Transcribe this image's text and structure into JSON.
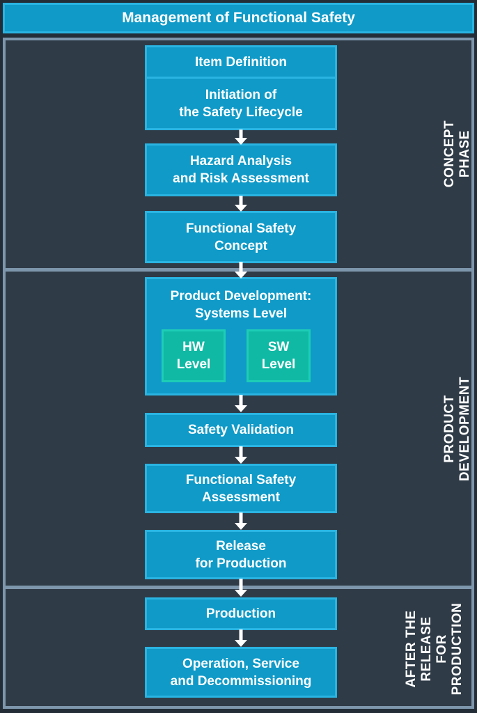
{
  "header": {
    "title": "Management of Functional Safety"
  },
  "phases": [
    {
      "label": "CONCEPT PHASE"
    },
    {
      "label": "PRODUCT DEVELOPMENT"
    },
    {
      "label": "AFTER THE\nRELEASE FOR\nPRODUCTION"
    }
  ],
  "flow": {
    "item_definition": "Item Definition",
    "initiation": "Initiation of\nthe Safety Lifecycle",
    "hazard": "Hazard Analysis\nand Risk Assessment",
    "fs_concept": "Functional Safety\nConcept",
    "product_dev": "Product Development:\nSystems Level",
    "hw_level": "HW\nLevel",
    "sw_level": "SW\nLevel",
    "safety_validation": "Safety Validation",
    "fs_assessment": "Functional Safety\nAssessment",
    "release": "Release\nfor Production",
    "production": "Production",
    "operation": "Operation, Service\nand Decommissioning"
  },
  "colors": {
    "background": "#222d37",
    "panel_fill": "#2f3b47",
    "frame_border": "#7e96ab",
    "node_fill": "#0f9ac8",
    "node_border": "#29b4e2",
    "sub_node_fill": "#10b9a4",
    "sub_node_border": "#1ecdb6",
    "text": "#ffffff",
    "arrow": "#ffffff"
  }
}
